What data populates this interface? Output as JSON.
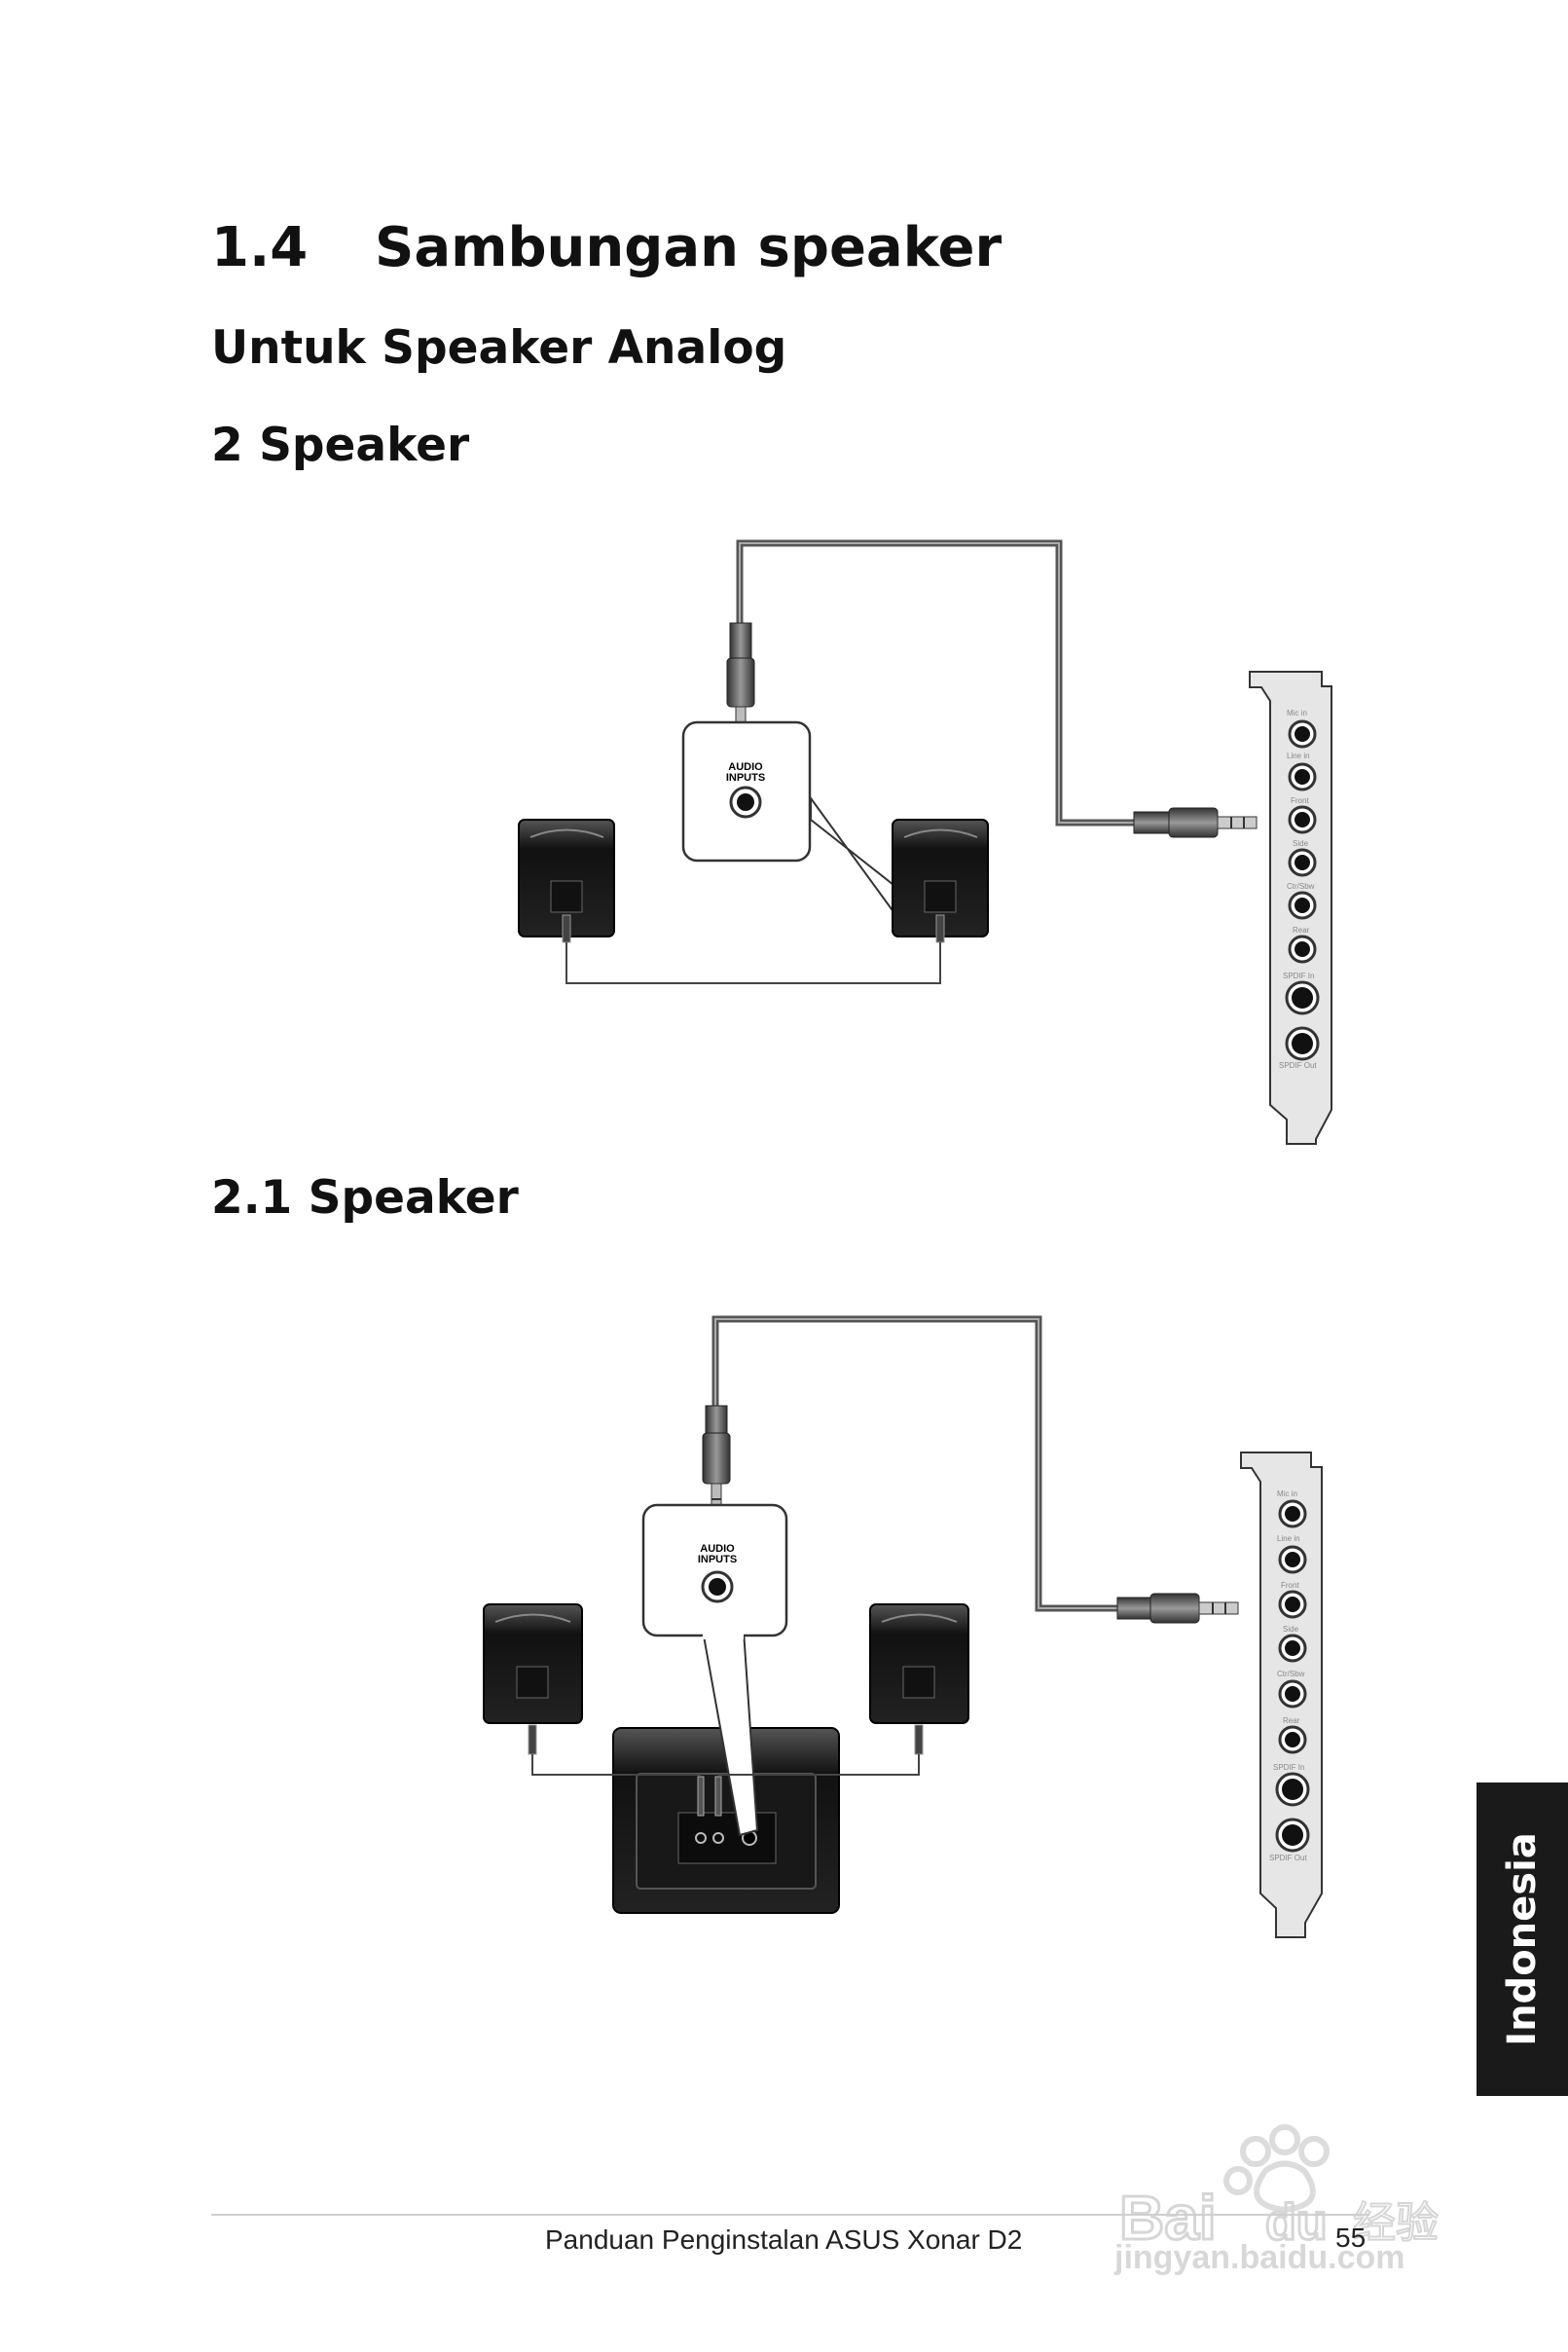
{
  "section": {
    "number": "1.4",
    "title": "Sambungan speaker",
    "subtitle": "Untuk Speaker Analog"
  },
  "diagrams": {
    "two_speaker": {
      "heading": "2 Speaker",
      "panel_label_line1": "AUDIO",
      "panel_label_line2": "INPUTS"
    },
    "two_one_speaker": {
      "heading": "2.1 Speaker",
      "panel_label_line1": "AUDIO",
      "panel_label_line2": "INPUTS"
    },
    "card_ports": [
      "Mic in",
      "Line in",
      "Front",
      "Side",
      "Ctr/Sbw",
      "Rear",
      "SPDIF In",
      "SPDIF Out"
    ]
  },
  "side_tab": {
    "label": "Indonesia"
  },
  "footer": {
    "title": "Panduan Penginstalan ASUS Xonar D2",
    "page_number": "55"
  },
  "watermark": {
    "text": "jingyan.baidu.com"
  }
}
